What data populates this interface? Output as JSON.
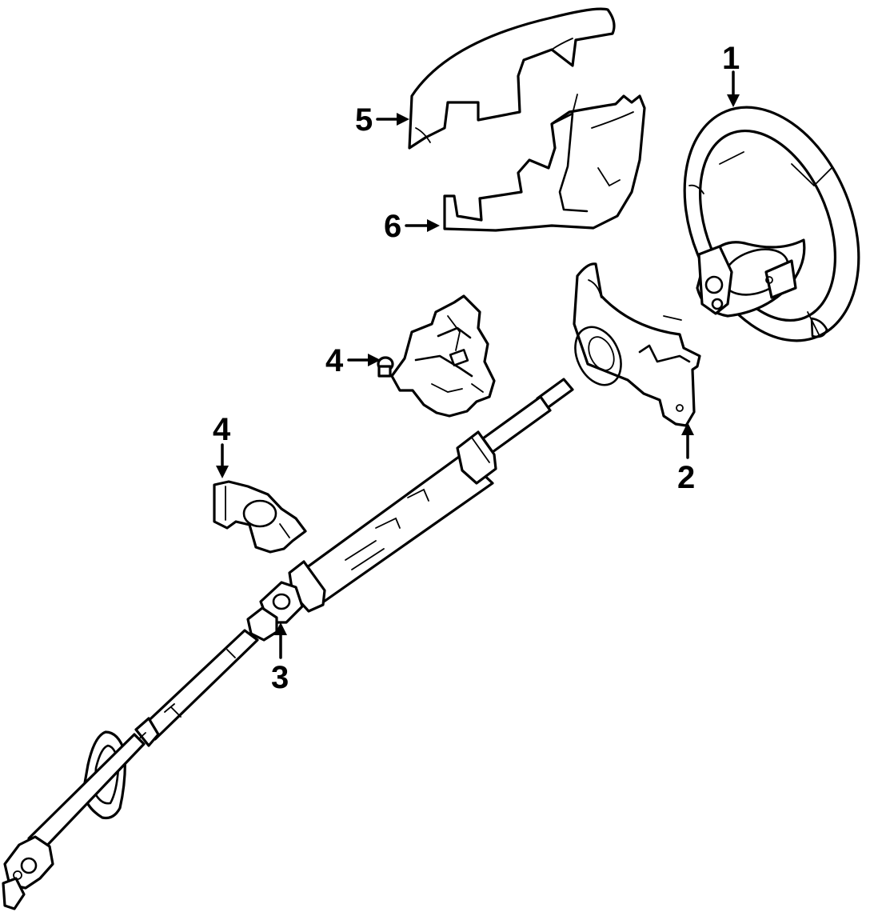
{
  "callouts": [
    {
      "id": "part-1",
      "label": "1"
    },
    {
      "id": "part-2",
      "label": "2"
    },
    {
      "id": "part-3",
      "label": "3"
    },
    {
      "id": "part-4a",
      "label": "4"
    },
    {
      "id": "part-4b",
      "label": "4"
    },
    {
      "id": "part-5",
      "label": "5"
    },
    {
      "id": "part-6",
      "label": "6"
    }
  ]
}
